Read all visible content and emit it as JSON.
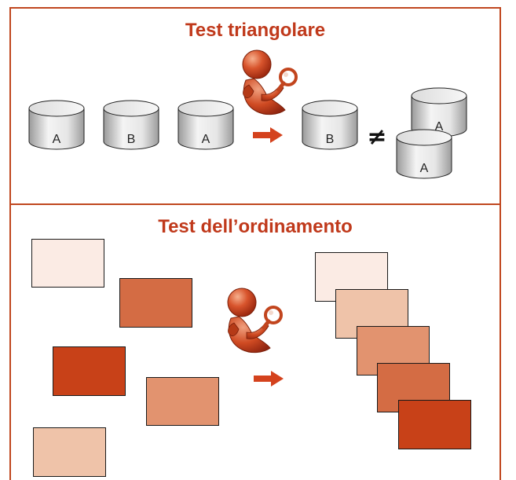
{
  "top": {
    "title": "Test triangolare",
    "cylinders": [
      "A",
      "B",
      "A"
    ],
    "result": "B",
    "not_equal": "≠",
    "candidates": [
      "A",
      "A"
    ]
  },
  "bottom": {
    "title": "Test dell’ordinamento",
    "colors": {
      "c1": "#fbebe4",
      "c2": "#efc3a9",
      "c3": "#e2936f",
      "c4": "#d46c44",
      "c5": "#c84118"
    }
  },
  "icons": [
    "inspector-icon",
    "arrow-right-icon"
  ],
  "accent": "#c0391b"
}
